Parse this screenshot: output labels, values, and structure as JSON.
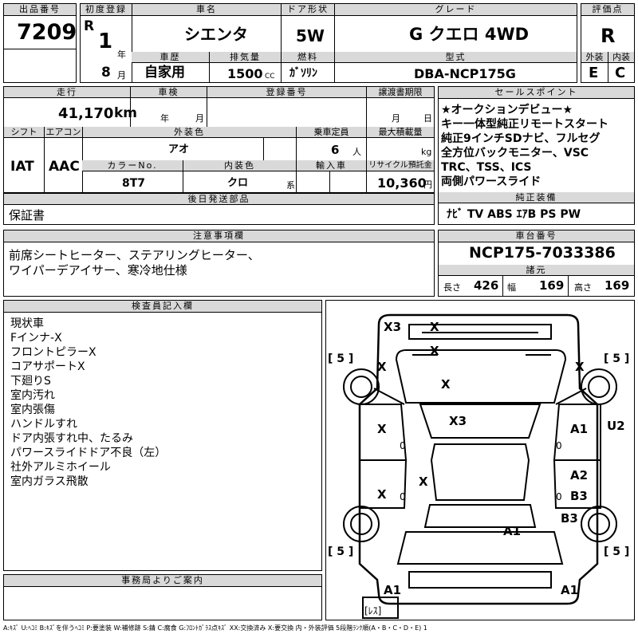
{
  "lot": {
    "label": "出品番号",
    "value": "7209"
  },
  "first_reg": {
    "label": "初度登録",
    "era": "R",
    "year": "1",
    "year_unit": "年",
    "month": "8",
    "month_unit": "月"
  },
  "car_name": {
    "label": "車名",
    "value": "シエンタ"
  },
  "door": {
    "label": "ドア形状",
    "value": "5W"
  },
  "grade": {
    "label": "グレード",
    "value": "G クエロ 4WD"
  },
  "score": {
    "label": "評価点",
    "value": "R"
  },
  "history": {
    "label": "車歴",
    "value": "自家用"
  },
  "displacement": {
    "label": "排気量",
    "value": "1500",
    "unit": "CC"
  },
  "fuel": {
    "label": "燃料",
    "value": "ｶﾞｿﾘﾝ"
  },
  "model": {
    "label": "型式",
    "value": "DBA-NCP175G"
  },
  "ext_score": {
    "label": "外装",
    "value": "E"
  },
  "int_score": {
    "label": "内装",
    "value": "C"
  },
  "mileage": {
    "label": "走行",
    "value": "41,170",
    "unit": "km"
  },
  "inspection": {
    "label": "車検",
    "year_unit": "年",
    "month_unit": "月"
  },
  "reg_no": {
    "label": "登録番号"
  },
  "transfer_deadline": {
    "label": "譲渡書期限",
    "month_unit": "月",
    "day_unit": "日"
  },
  "shift": {
    "label": "シフト",
    "value": "IAT"
  },
  "aircon": {
    "label": "エアコン",
    "value": "AAC"
  },
  "ext_color": {
    "label": "外装色",
    "value": "アオ"
  },
  "capacity": {
    "label": "乗車定員",
    "value": "6",
    "unit": "人"
  },
  "max_load": {
    "label": "最大積載量",
    "unit": "kg"
  },
  "color_no": {
    "label": "カラーNo.",
    "value": "8T7"
  },
  "int_color": {
    "label": "内装色",
    "value": "クロ",
    "suffix": "系"
  },
  "import": {
    "label": "輸入車"
  },
  "recycle": {
    "label": "リサイクル預託金",
    "value": "10,360",
    "unit": "円"
  },
  "later_parts": {
    "label": "後日発送部品",
    "value": "保証書"
  },
  "sales_points": {
    "label": "セールスポイント",
    "lines": [
      "★オークションデビュー★",
      "キー一体型純正リモートスタート",
      "純正9インチSDナビ、フルセグ",
      "全方位バックモニター、VSC",
      "TRC、TSS、ICS",
      "両側パワースライド"
    ]
  },
  "equipment": {
    "label": "純正装備",
    "value": "ﾅﾋﾞ TV ABS ｴｱB PS PW"
  },
  "notes": {
    "label": "注意事項欄",
    "lines": [
      "前席シートヒーター、ステアリングヒーター、",
      "ワイパーデアイサー、寒冷地仕様"
    ]
  },
  "chassis": {
    "label": "車台番号",
    "value": "NCP175-7033386"
  },
  "dims": {
    "label": "諸元",
    "len_label": "長さ",
    "len": "426",
    "wid_label": "幅",
    "wid": "169",
    "hgt_label": "高さ",
    "hgt": "169"
  },
  "inspector": {
    "label": "検査員記入欄",
    "lines": [
      "現状車",
      "Fインナ-X",
      "フロントピラーX",
      "コアサポートX",
      "下廻りS",
      "室内汚れ",
      "室内張傷",
      "ハンドルすれ",
      "ドア内張すれ中、たるみ",
      "パワースライドドア不良（左）",
      "社外アルミホイール",
      "室内ガラス飛散"
    ]
  },
  "diagram": {
    "tire_labels": [
      "[ 5 ]",
      "[ 5 ]",
      "[ 5 ]",
      "[ 5 ]"
    ],
    "spare_label": "[ﾚｽ]",
    "marks": [
      "X3",
      "X",
      "X",
      "X",
      "X",
      "X",
      "X3",
      "X",
      "A1",
      "U2",
      "X",
      "A2",
      "B3",
      "X",
      "B3",
      "A1",
      "A1",
      "A1"
    ],
    "zeros": [
      "0",
      "0",
      "0",
      "0"
    ]
  },
  "office": {
    "label": "事務局よりご案内"
  },
  "legend": "A:ｷｽﾞ U:ﾍｺﾐ B:ｷｽﾞを伴うﾍｺﾐ P:要塗装 W:補修跡 S:錆 C:腐食 G:ﾌﾛﾝﾄｶﾞﾗｽ点ｷｽﾞ XX:交換済み X:要交換 内・外装評価 5段階ﾗﾝｸ順(A・B・C・D・E) 1"
}
